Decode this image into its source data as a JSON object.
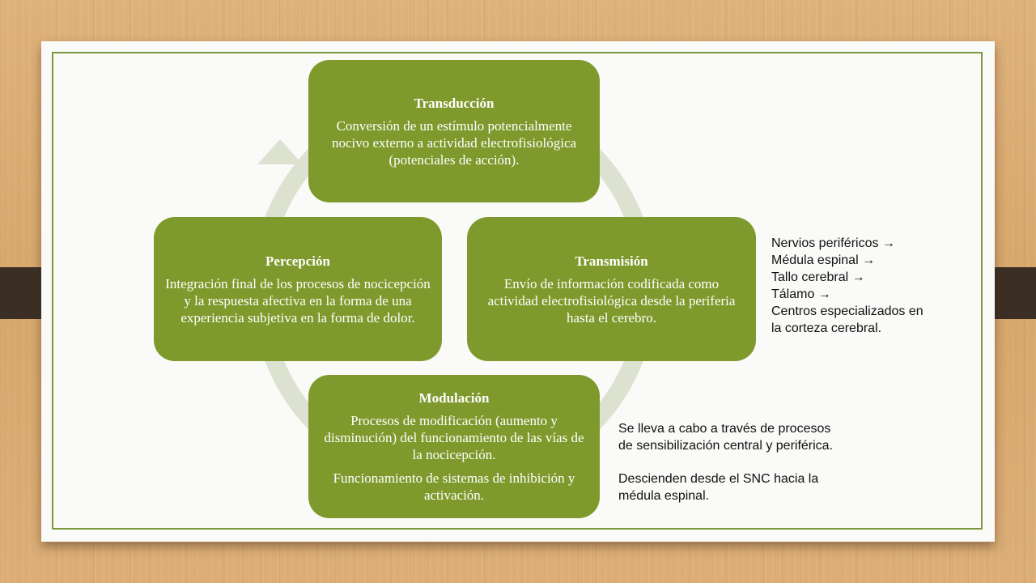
{
  "diagram": {
    "nodes": [
      {
        "id": "transduccion",
        "title": "Transducción",
        "body": [
          "Conversión de un estímulo potencialmente nocivo externo a actividad electrofisiológica (potenciales de acción)."
        ]
      },
      {
        "id": "transmision",
        "title": "Transmisión",
        "body": [
          "Envío de información codificada como actividad electrofisiológica desde la periferia hasta el cerebro."
        ]
      },
      {
        "id": "modulacion",
        "title": "Modulación",
        "body": [
          "Procesos de modificación (aumento y disminución) del funcionamiento de las vías de la nocicepción.",
          "Funcionamiento de sistemas de inhibición y activación."
        ]
      },
      {
        "id": "percepcion",
        "title": "Percepción",
        "body": [
          "Integración final de los procesos de nocicepción y la respuesta afectiva en la forma de una experiencia subjetiva en la forma de dolor."
        ]
      }
    ],
    "edges": [
      {
        "from": "transduccion",
        "to": "transmision"
      },
      {
        "from": "transmision",
        "to": "modulacion"
      },
      {
        "from": "modulacion",
        "to": "percepcion"
      },
      {
        "from": "percepcion",
        "to": "transduccion"
      }
    ],
    "colors": {
      "node_fill": "#7e9a2c",
      "node_text": "#ffffff",
      "cycle_ring": "#dde2d0",
      "frame_border": "#7a9a39"
    }
  },
  "notes": {
    "pathway": {
      "lines": [
        "Nervios periféricos →",
        "Médula espinal →",
        "Tallo cerebral →",
        "Tálamo →",
        "Centros especializados en",
        "la corteza cerebral."
      ]
    },
    "modulation": {
      "paragraphs": [
        [
          "Se lleva a cabo a través de procesos",
          "de sensibilización central y periférica."
        ],
        [
          "Descienden desde el SNC hacia la",
          "médula espinal."
        ]
      ]
    }
  }
}
